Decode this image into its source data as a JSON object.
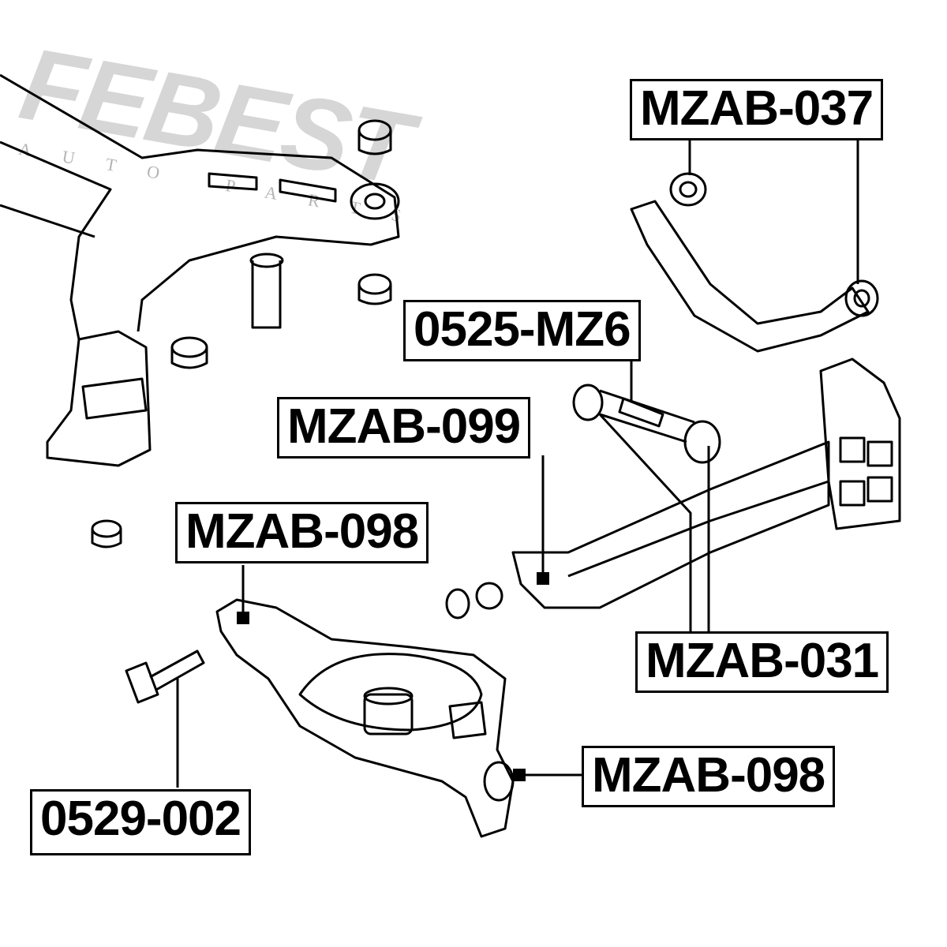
{
  "watermark": {
    "brand": "FEBEST",
    "sub": "AUTO PARTS"
  },
  "labels": {
    "mzab_037": "MZAB-037",
    "p0525_mz6": "0525-MZ6",
    "mzab_099": "MZAB-099",
    "mzab_098_top": "MZAB-098",
    "mzab_031": "MZAB-031",
    "mzab_098_bottom": "MZAB-098",
    "p0529_002": "0529-002"
  }
}
